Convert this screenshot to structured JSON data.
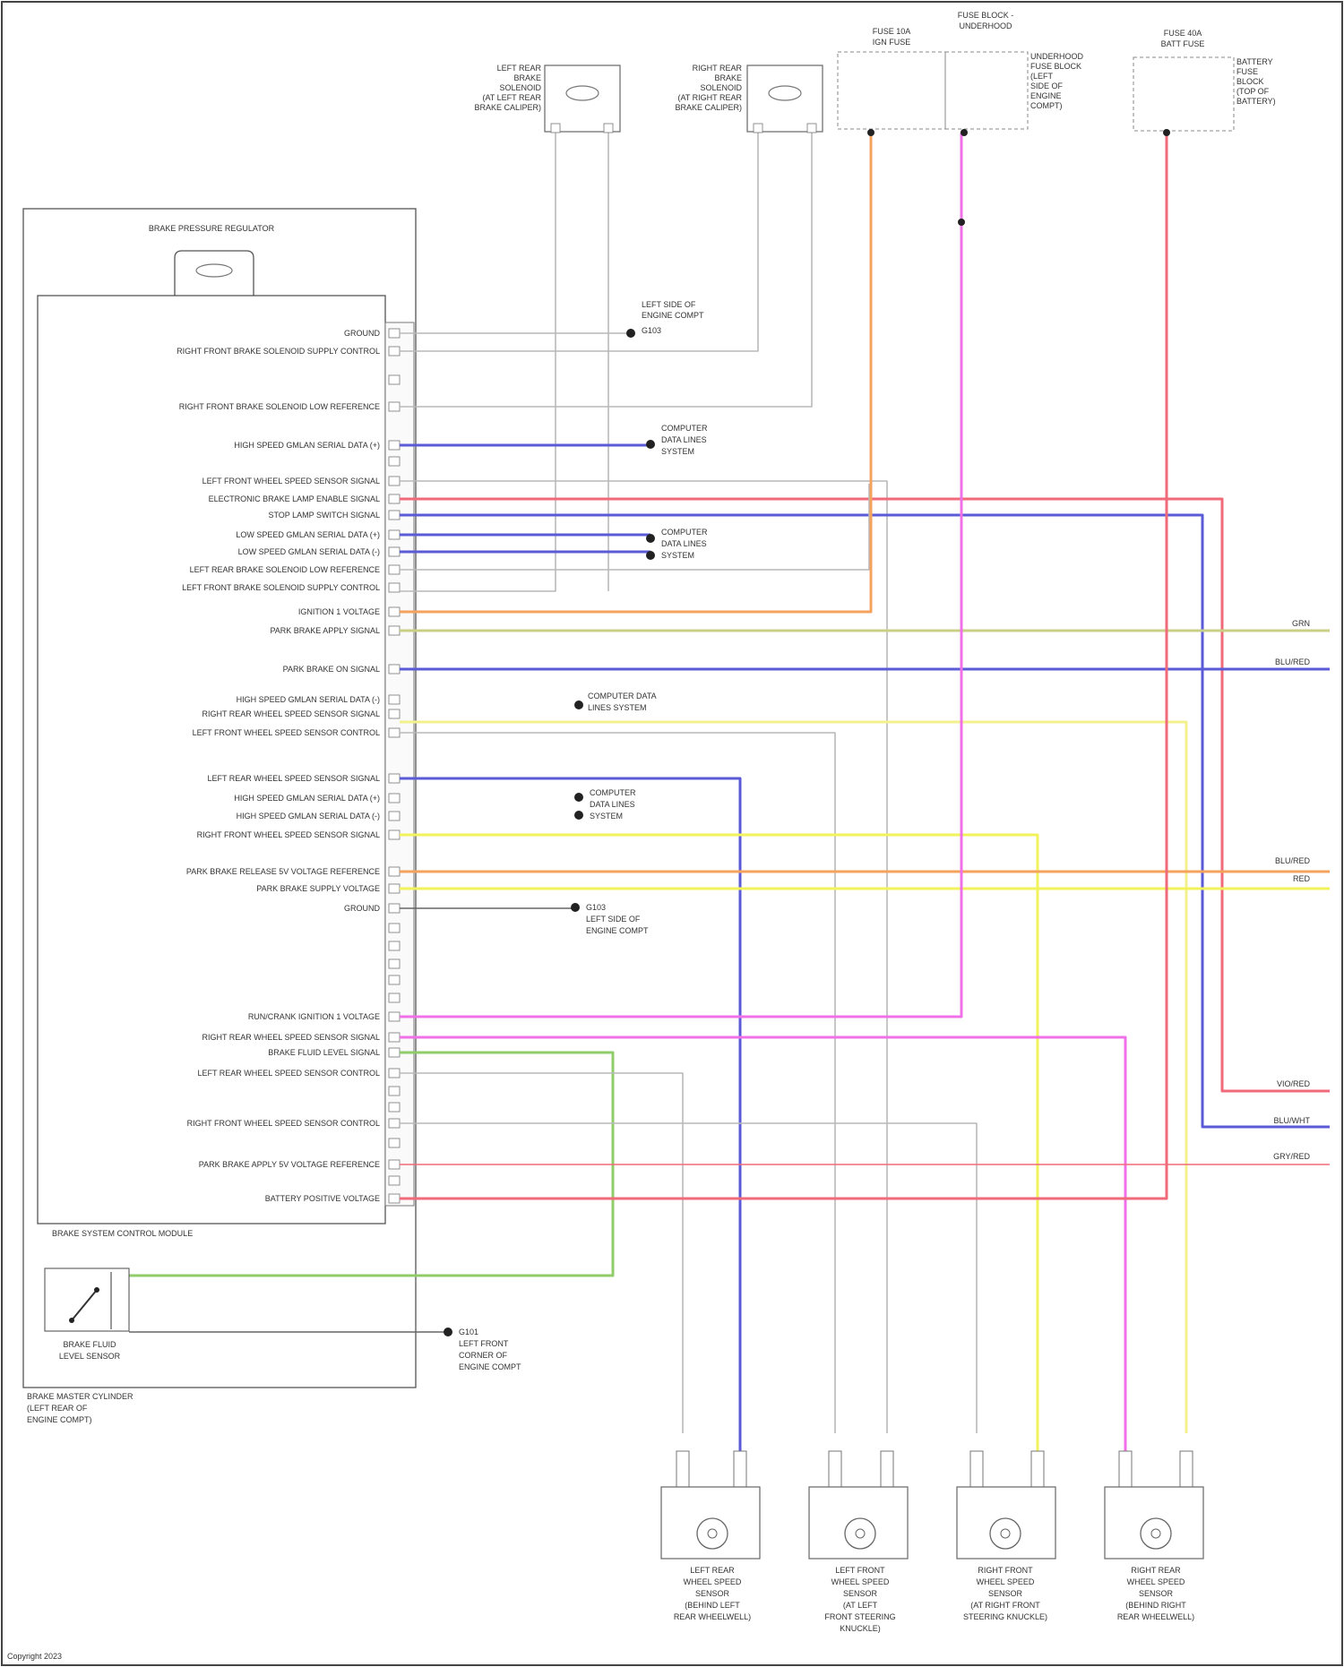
{
  "diagram": {
    "module": {
      "caption": "BRAKE SYSTEM CONTROL MODULE",
      "connector_label": "BRAKE PRESSURE REGULATOR"
    },
    "pin_labels": [
      "GROUND",
      "RIGHT FRONT BRAKE SOLENOID SUPPLY CONTROL",
      "RIGHT FRONT BRAKE SOLENOID LOW REFERENCE",
      "HIGH SPEED GMLAN SERIAL DATA (+)",
      "LEFT FRONT WHEEL SPEED SENSOR SIGNAL",
      "ELECTRONIC BRAKE LAMP ENABLE SIGNAL",
      "STOP LAMP SWITCH SIGNAL",
      "LOW SPEED GMLAN SERIAL DATA (+)",
      "LOW SPEED GMLAN SERIAL DATA (-)",
      "LEFT REAR BRAKE SOLENOID LOW REFERENCE",
      "LEFT FRONT BRAKE SOLENOID SUPPLY CONTROL",
      "IGNITION 1 VOLTAGE",
      "PARK BRAKE APPLY SIGNAL",
      "PARK BRAKE ON SIGNAL",
      "HIGH SPEED GMLAN SERIAL DATA (-)",
      "RIGHT REAR WHEEL SPEED SENSOR SIGNAL",
      "LEFT FRONT WHEEL SPEED SENSOR CONTROL",
      "LEFT REAR WHEEL SPEED SENSOR SIGNAL",
      "HIGH SPEED GMLAN SERIAL DATA (+)",
      "HIGH SPEED GMLAN SERIAL DATA (-)",
      "RIGHT FRONT WHEEL SPEED SENSOR SIGNAL",
      "PARK BRAKE RELEASE 5V VOLTAGE REFERENCE",
      "PARK BRAKE SUPPLY VOLTAGE",
      "GROUND",
      "RUN/CRANK IGNITION 1 VOLTAGE",
      "RIGHT REAR WHEEL SPEED SENSOR SIGNAL",
      "BRAKE FLUID LEVEL SIGNAL",
      "LEFT REAR WHEEL SPEED SENSOR CONTROL",
      "RIGHT FRONT WHEEL SPEED SENSOR CONTROL",
      "PARK BRAKE APPLY 5V VOLTAGE REFERENCE",
      "BATTERY POSITIVE VOLTAGE"
    ],
    "top_components": [
      {
        "lines": [
          "LEFT REAR",
          "BRAKE",
          "SOLENOID",
          "(AT LEFT REAR",
          "BRAKE CALIPER)"
        ]
      },
      {
        "lines": [
          "RIGHT REAR",
          "BRAKE",
          "SOLENOID",
          "(AT RIGHT REAR",
          "BRAKE CALIPER)"
        ]
      },
      {
        "lines": [
          "FUSE 10A",
          "IGN FUSE"
        ]
      },
      {
        "lines": [
          "FUSE BLOCK -",
          "UNDERHOOD"
        ]
      },
      {
        "lines": [
          "FUSE 40A",
          "BATT FUSE"
        ]
      }
    ],
    "top_side_notes": [
      {
        "lines": [
          "UNDERHOOD",
          "FUSE BLOCK",
          "(LEFT",
          "SIDE OF",
          "ENGINE",
          "COMPT)"
        ]
      },
      {
        "lines": [
          "BATTERY",
          "FUSE",
          "BLOCK",
          "(TOP OF",
          "BATTERY)"
        ]
      }
    ],
    "splice_notes": [
      {
        "lines": [
          "LEFT SIDE OF",
          "ENGINE COMPT",
          "G103"
        ]
      },
      {
        "lines": [
          "COMPUTER",
          "DATA LINES",
          "SYSTEM"
        ]
      },
      {
        "lines": [
          "COMPUTER",
          "DATA LINES",
          "SYSTEM"
        ]
      },
      {
        "lines": [
          "COMPUTER DATA",
          "LINES SYSTEM"
        ]
      },
      {
        "lines": [
          "COMPUTER",
          "DATA LINES",
          "SYSTEM"
        ]
      },
      {
        "lines": [
          "G103",
          "LEFT SIDE OF",
          "ENGINE COMPT"
        ]
      },
      {
        "lines": [
          "G101",
          "LEFT FRONT",
          "CORNER OF",
          "ENGINE COMPT"
        ]
      }
    ],
    "fluid_sensor": {
      "lines": [
        "BRAKE FLUID",
        "LEVEL SENSOR"
      ],
      "enclosure_lines": [
        "BRAKE MASTER CYLINDER",
        "(LEFT REAR OF",
        "ENGINE COMPT)"
      ]
    },
    "wheel_sensors": [
      {
        "lines": [
          "LEFT REAR",
          "WHEEL SPEED",
          "SENSOR",
          "(BEHIND LEFT",
          "REAR WHEELWELL)"
        ]
      },
      {
        "lines": [
          "LEFT FRONT",
          "WHEEL SPEED",
          "SENSOR",
          "(AT LEFT",
          "FRONT STEERING",
          "KNUCKLE)"
        ]
      },
      {
        "lines": [
          "RIGHT FRONT",
          "WHEEL SPEED",
          "SENSOR",
          "(AT RIGHT FRONT",
          "STEERING KNUCKLE)"
        ]
      },
      {
        "lines": [
          "RIGHT REAR",
          "WHEEL SPEED",
          "SENSOR",
          "(BEHIND RIGHT",
          "REAR WHEELWELL)"
        ]
      }
    ],
    "edge_labels": [
      "GRN",
      "BLU/RED",
      "BLU/RED",
      "RED",
      "VIO/RED",
      "BLU/WHT",
      "GRY/RED"
    ],
    "footer": "Copyright 2023"
  },
  "colors": {
    "orange": "#f4a25c",
    "pink": "#f070e8",
    "red": "#f06a7a",
    "blue": "#5b5bd8",
    "olive": "#c9cf86",
    "yellow": "#f2f25a",
    "light_yellow": "#f3f08e",
    "green": "#90cc6a",
    "gray": "#b9b9b9",
    "dark": "#666666"
  }
}
